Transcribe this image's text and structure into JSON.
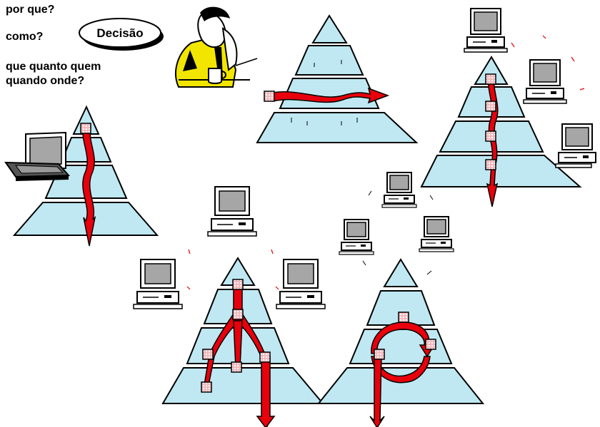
{
  "questions": {
    "q1": "por que?",
    "q2": "como?",
    "q3_line1": "que quanto quem",
    "q3_line2": "quando onde?"
  },
  "decision_label": "Decisão",
  "colors": {
    "pyramid_fill": "#bfe8f2",
    "flow_arrow": "#e8000c",
    "node_fill": "#f2b8bc",
    "outline": "#000000",
    "screen": "#a6a6a6",
    "shirt": "#f2e600"
  },
  "icons": {
    "thinker": "person-thinking-icon",
    "laptop": "laptop-icon",
    "desktop": "desktop-computer-icon",
    "mug": "mug-icon"
  }
}
